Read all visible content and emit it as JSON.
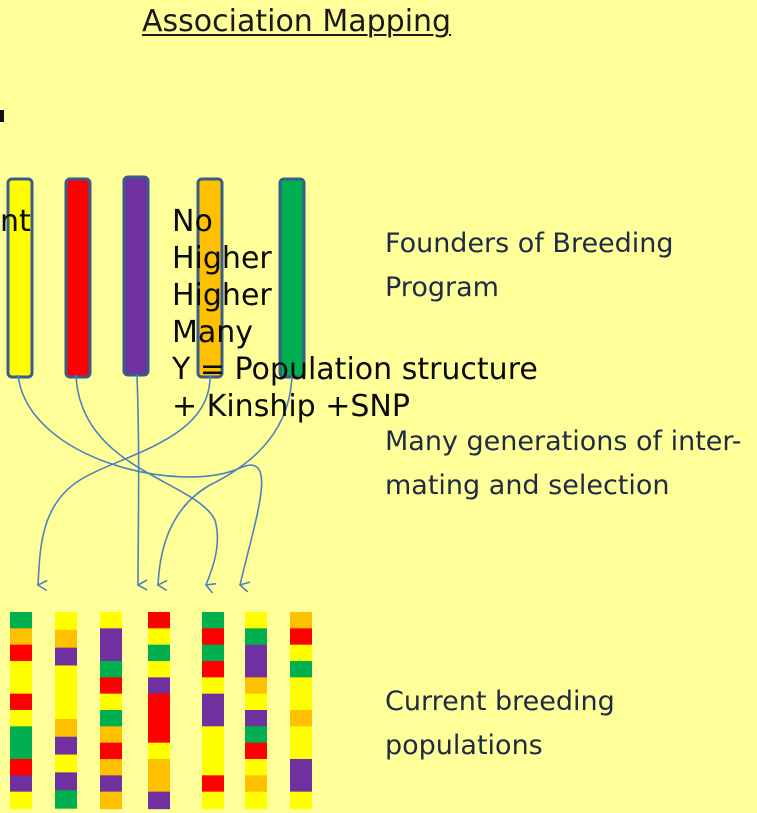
{
  "title": "Association Mapping",
  "overlay_text": {
    "fragment": "nt",
    "lines": [
      "No",
      "Higher",
      "Higher",
      "Many",
      "Y = Population structure",
      "+ Kinship +SNP"
    ]
  },
  "labels": {
    "founders": "Founders of Breeding Program",
    "generations": "Many generations of inter-mating and selection",
    "current": "Current breeding populations"
  },
  "colors": {
    "background": "#ffff99",
    "yellow": "#ffff00",
    "red": "#ff0000",
    "purple": "#7030a0",
    "orange": "#ffc000",
    "green": "#00b050",
    "outline": "#385d8a",
    "arrow": "#4f81bd"
  },
  "founders": [
    "yellow",
    "red",
    "purple",
    "orange",
    "green"
  ],
  "offspring": [
    [
      "green",
      "orange",
      "red",
      "yellow",
      "yellow",
      "red",
      "yellow",
      "green",
      "green",
      "red",
      "purple",
      "yellow"
    ],
    [
      "yellow",
      "orange",
      "purple",
      "yellow",
      "yellow",
      "yellow",
      "orange",
      "purple",
      "yellow",
      "purple",
      "green"
    ],
    [
      "yellow",
      "purple",
      "purple",
      "green",
      "red",
      "yellow",
      "green",
      "orange",
      "red",
      "orange",
      "purple",
      "orange"
    ],
    [
      "red",
      "yellow",
      "green",
      "yellow",
      "purple",
      "red",
      "red",
      "red",
      "yellow",
      "orange",
      "orange",
      "purple"
    ],
    [
      "green",
      "red",
      "green",
      "red",
      "yellow",
      "purple",
      "purple",
      "yellow",
      "yellow",
      "yellow",
      "red",
      "yellow"
    ],
    [
      "yellow",
      "green",
      "purple",
      "purple",
      "orange",
      "yellow",
      "purple",
      "green",
      "red",
      "yellow",
      "orange",
      "yellow"
    ],
    [
      "orange",
      "red",
      "yellow",
      "green",
      "yellow",
      "yellow",
      "orange",
      "yellow",
      "yellow",
      "purple",
      "purple",
      "yellow"
    ]
  ]
}
